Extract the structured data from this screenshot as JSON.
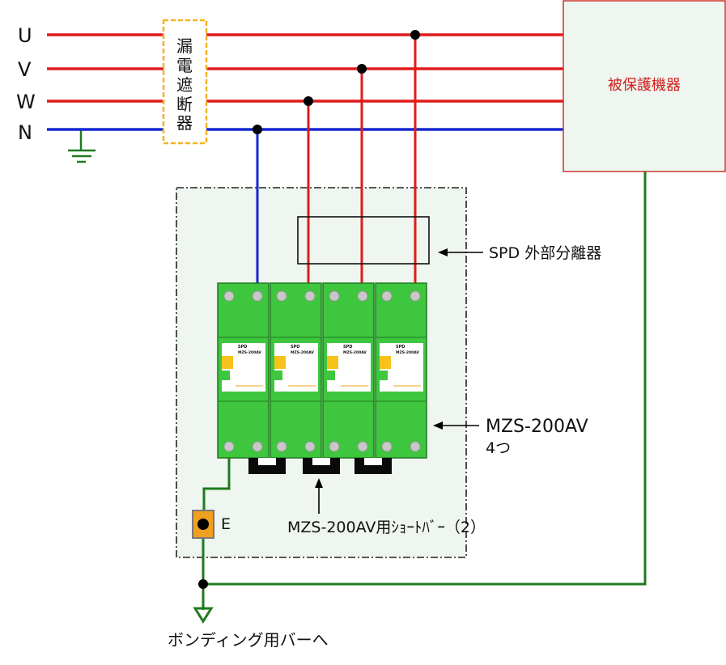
{
  "phases": {
    "u": "U",
    "v": "V",
    "w": "W",
    "n": "N"
  },
  "breaker": {
    "chars": [
      "漏",
      "電",
      "遮",
      "断",
      "器"
    ]
  },
  "protected_device": {
    "label": "被保護機器"
  },
  "spd_disconnector": {
    "label": "SPD 外部分離器"
  },
  "spd_module": {
    "model_line1": "MZS-200AV",
    "model_line2": "4つ",
    "face_brand": "SPD",
    "face_model": "MZS-200AV"
  },
  "short_bar": {
    "label": "MZS-200AV用ｼｮｰﾄﾊﾞｰ（2）"
  },
  "earth_terminal": {
    "label": "E"
  },
  "bonding": {
    "label": "ボンディング用バーへ"
  },
  "colors": {
    "phase_line": "#e01b1b",
    "neutral_line": "#1428d2",
    "earth_line": "#1f7a1f",
    "breaker_border": "#f5b324",
    "spd_green": "#3ec63e",
    "enclosure_fill": "#eef6ef",
    "terminal_fill": "#f0a020"
  }
}
